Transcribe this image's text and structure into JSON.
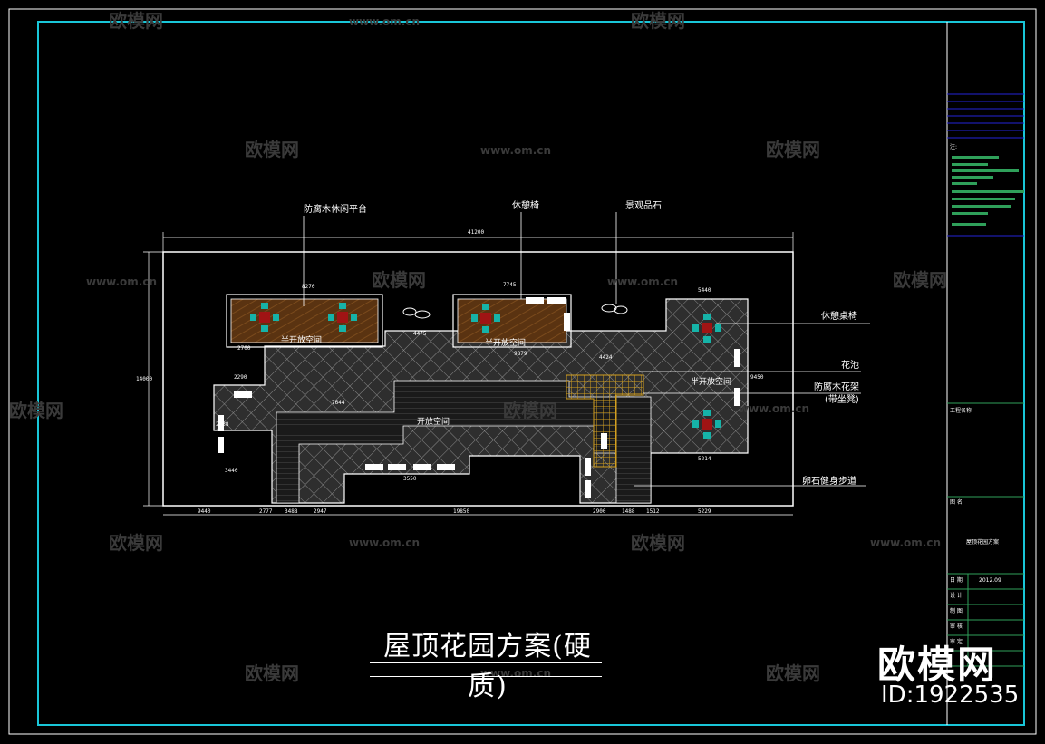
{
  "drawing": {
    "title": "屋顶花园方案(硬质)",
    "overall_dim": "41200"
  },
  "callouts": {
    "wood_platform": "防腐木休闲平台",
    "leisure_chair": "休憩椅",
    "landscape_stone": "景观品石",
    "table_chairs": "休憩桌椅",
    "flower_pond": "花池",
    "wood_pergola": "防腐木花架",
    "pergola_sub": "(带坐凳)",
    "stone_path": "卵石健身步道"
  },
  "zones": {
    "semi_open_1": "半开放空间",
    "semi_open_2": "半开放空间",
    "semi_open_3": "半开放空间",
    "open_space": "开放空间"
  },
  "dims": {
    "top_a": "8270",
    "top_b": "7745",
    "top_c": "5440",
    "d1": "4475",
    "d2": "4424",
    "d3": "9879",
    "d4": "7644",
    "d5": "3550",
    "d6": "5214",
    "d7": "9450",
    "bottom": [
      "9440",
      "2777",
      "3488",
      "2947",
      "19850",
      "2900",
      "1488",
      "1512",
      "5229"
    ],
    "left": [
      "2700",
      "2290",
      "3440",
      "2738"
    ],
    "left_height": "14000"
  },
  "watermark": {
    "logo": "欧模网",
    "url": "www.om.cn"
  },
  "brand": {
    "name": "欧模网",
    "id": "ID:1922535"
  },
  "title_block": {
    "notes_label": "注:",
    "drawing_name_label": "图 名",
    "drawing_name": "屋顶花园方案",
    "date_label": "日 期",
    "date_value": "2012.09",
    "design_label": "设 计",
    "draw_label": "制 图",
    "check_label": "审 核",
    "approve_label": "审 定",
    "project_label": "工程名称"
  },
  "colors": {
    "frame": "#19c6d8",
    "outline": "#ffffff",
    "wood": "#5a3311",
    "paving": "#6a6a6a",
    "accent_table": "#16b3a8",
    "accent_chair": "#a01414",
    "pergola": "#d4a020",
    "tb_blue": "#2424d8",
    "tb_green": "#2fa05a"
  }
}
